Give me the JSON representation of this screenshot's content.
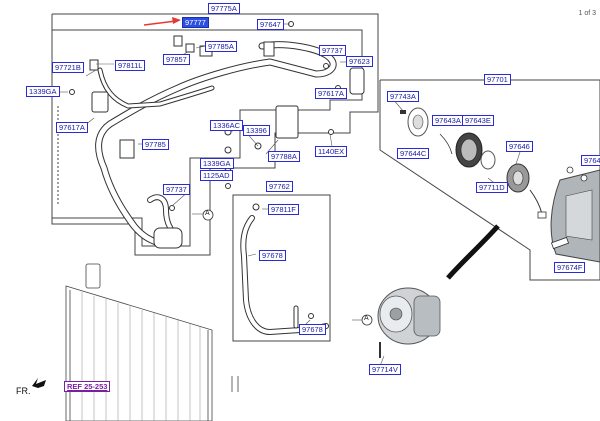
{
  "page_indicator": "1 of 3",
  "front_marker": "FR.",
  "callout_letter": "A",
  "labels": {
    "l97775A": "97775A",
    "l97777": "97777",
    "l97647": "97647",
    "l97785A": "97785A",
    "l97737a": "97737",
    "l97857": "97857",
    "l97721B": "97721B",
    "l97811L": "97811L",
    "l97623": "97623",
    "l1339GAa": "1339GA",
    "l97617Aa": "97617A",
    "l97617Ab": "97617A",
    "l1336AC": "1336AC",
    "l13396": "13396",
    "l97785": "97785",
    "l1339GAb": "1339GA",
    "l97788A": "97788A",
    "l1140EX": "1140EX",
    "l1125AD": "1125AD",
    "l97737b": "97737",
    "l97762": "97762",
    "l97811F": "97811F",
    "l97678a": "97678",
    "l97678b": "97678",
    "l97701": "97701",
    "l97743A": "97743A",
    "l97643A": "97643A",
    "l97643E": "97643E",
    "l97644C": "97644C",
    "l97646": "97646",
    "l97711D": "97711D",
    "l9764x": "9764",
    "l97674F": "97674F",
    "l97714V": "97714V",
    "lREF": "REF 25-253"
  },
  "colors": {
    "label_text": "#1a1aa8",
    "label_border": "#2b2bd6",
    "highlight_fill": "#2c4fe0",
    "pointer_arrow": "#e53935",
    "ref_label": "#7b1fa2",
    "line_art": "#3a3a3a"
  },
  "icons": {
    "pointer": "red-pointer-arrow",
    "front": "front-direction-arrow-icon"
  }
}
